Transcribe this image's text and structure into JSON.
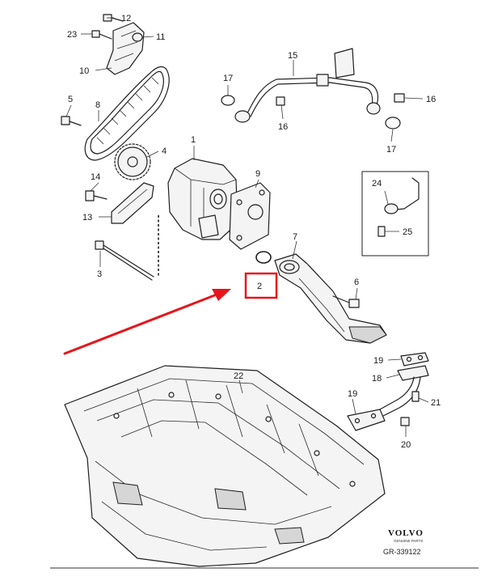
{
  "callouts": [
    "1",
    "2",
    "3",
    "4",
    "5",
    "6",
    "7",
    "8",
    "9",
    "10",
    "11",
    "12",
    "13",
    "14",
    "15",
    "16",
    "16",
    "17",
    "17",
    "18",
    "19",
    "19",
    "20",
    "21",
    "22",
    "23",
    "24",
    "25"
  ],
  "highlight": {
    "label": "2",
    "color": "#e8141b"
  },
  "arrow_color": "#e8141b",
  "brand": {
    "name": "VOLVO",
    "sub": "GENUINE PARTS"
  },
  "reference": "GR-339122"
}
